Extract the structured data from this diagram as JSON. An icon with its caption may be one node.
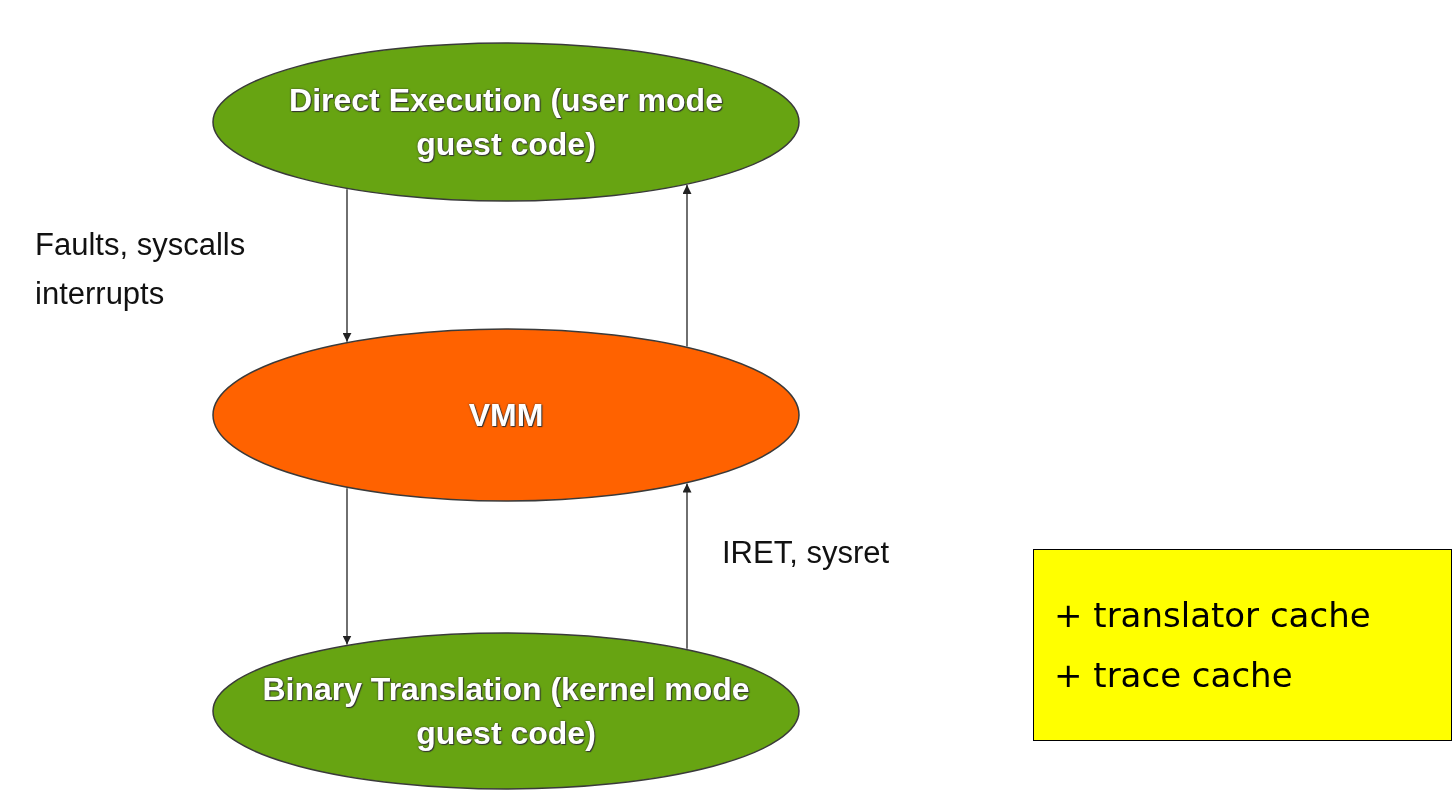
{
  "diagram": {
    "nodes": [
      {
        "text": [
          "Direct Execution (user mode guest code)"
        ]
      },
      {
        "text": [
          "VMM"
        ]
      },
      {
        "text": [
          "Binary Translation (kernel mode guest code)"
        ]
      },
      {
        "text": [
          "+ translator cache",
          "+ trace cache"
        ]
      }
    ],
    "edges": [
      {
        "from": 0,
        "to": 1,
        "arrow": "to",
        "label": "Faults, syscalls interrupts"
      },
      {
        "from": 1,
        "to": 0,
        "arrow": "to"
      },
      {
        "from": 1,
        "to": 2,
        "arrow": "to"
      },
      {
        "from": 2,
        "to": 1,
        "arrow": "to",
        "label": "IRET, sysret"
      }
    ]
  }
}
